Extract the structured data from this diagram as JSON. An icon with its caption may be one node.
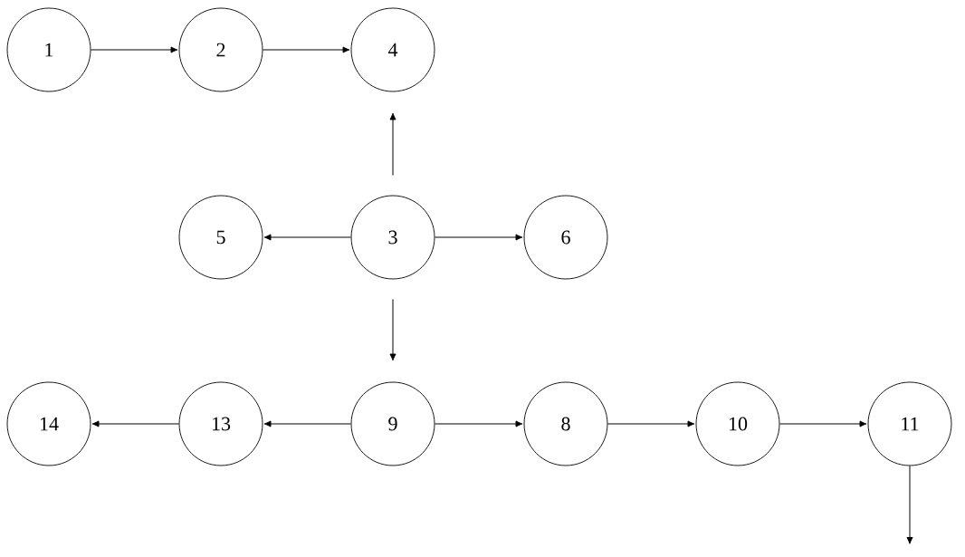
{
  "diagram": {
    "nodes": [
      {
        "text": [
          "1"
        ]
      },
      {
        "text": [
          "2"
        ]
      },
      {
        "text": [
          "4"
        ]
      },
      {
        "text": [
          "5"
        ]
      },
      {
        "text": [
          "3"
        ]
      },
      {
        "text": [
          "6"
        ]
      },
      {
        "text": [
          "14"
        ]
      },
      {
        "text": [
          "13"
        ]
      },
      {
        "text": [
          "9"
        ]
      },
      {
        "text": [
          "8"
        ]
      },
      {
        "text": [
          "10"
        ]
      },
      {
        "text": [
          "11"
        ]
      }
    ],
    "edges": [
      {
        "from": 0,
        "to": 1,
        "arrow": "to"
      },
      {
        "from": 1,
        "to": 2,
        "arrow": "to"
      },
      {
        "from": 4,
        "to": 2,
        "arrow": "to"
      },
      {
        "from": 4,
        "to": 3,
        "arrow": "to"
      },
      {
        "from": 4,
        "to": 5,
        "arrow": "to"
      },
      {
        "from": 4,
        "to": 8,
        "arrow": "to"
      },
      {
        "from": 8,
        "to": 7,
        "arrow": "to"
      },
      {
        "from": 7,
        "to": 6,
        "arrow": "to"
      },
      {
        "from": 8,
        "to": 9,
        "arrow": "to"
      },
      {
        "from": 9,
        "to": 10,
        "arrow": "to"
      },
      {
        "from": 10,
        "to": 11,
        "arrow": "to"
      },
      {
        "from": 11,
        "to": null,
        "arrow": "to"
      }
    ]
  }
}
